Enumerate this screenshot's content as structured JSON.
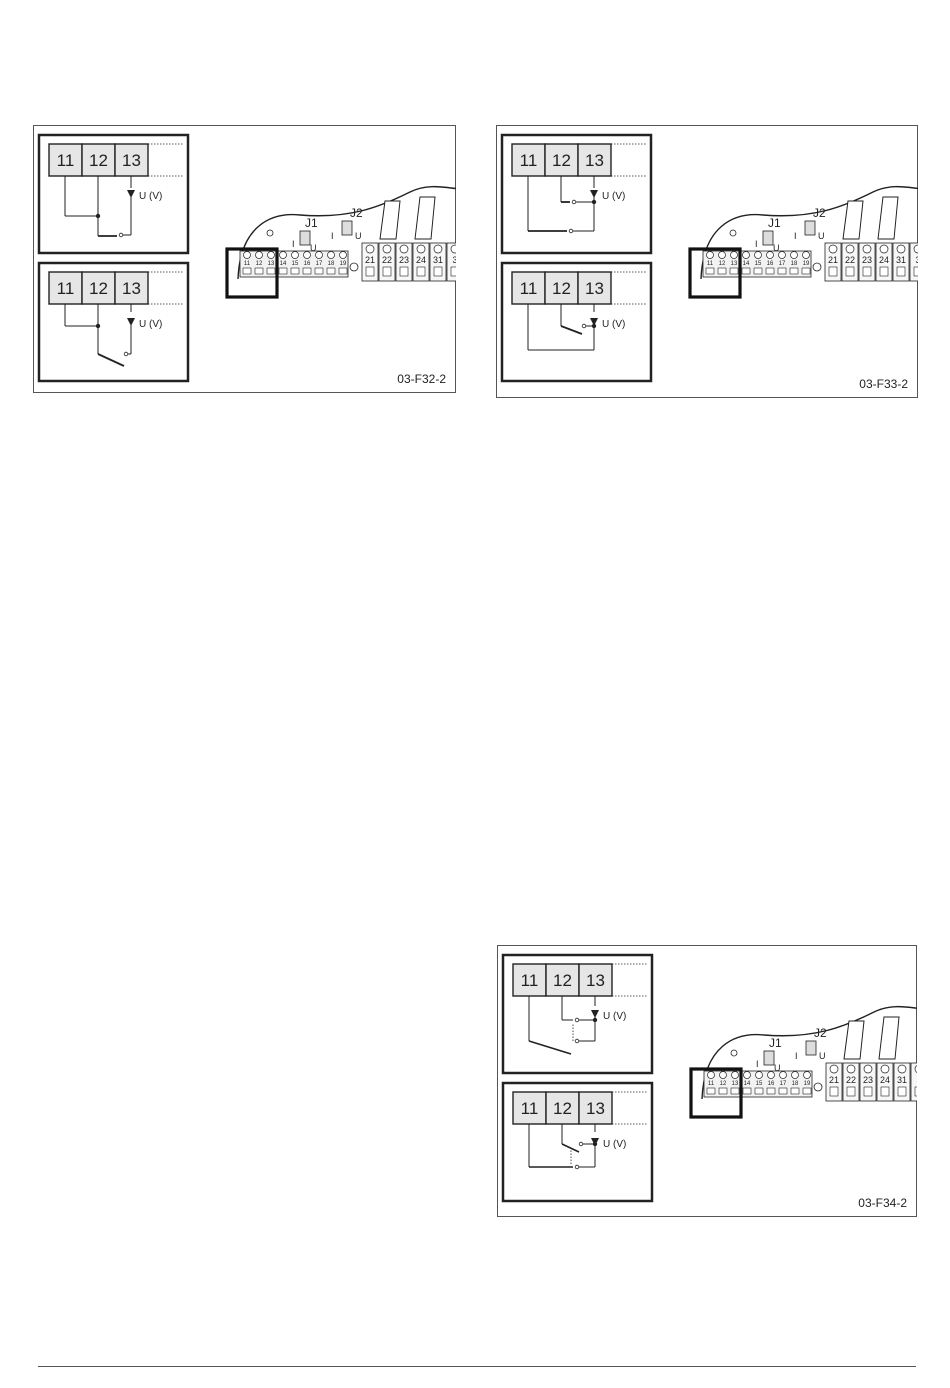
{
  "figures": [
    {
      "id": "03-F32-2",
      "variant": "a",
      "top_schematic": {
        "terminals": [
          "11",
          "12",
          "13"
        ],
        "voltage_label": "U (V)"
      },
      "bottom_schematic": {
        "terminals": [
          "11",
          "12",
          "13"
        ],
        "voltage_label": "U (V)"
      },
      "board": {
        "jumper1": "J1",
        "jumper2": "J2",
        "jumper_i": "I",
        "jumper_u": "U",
        "terminals_small": [
          "11",
          "12",
          "13",
          "14",
          "15",
          "16",
          "17",
          "18",
          "19"
        ],
        "terminals_large": [
          "21",
          "22",
          "23",
          "24",
          "31",
          "3"
        ]
      }
    },
    {
      "id": "03-F33-2",
      "variant": "b",
      "top_schematic": {
        "terminals": [
          "11",
          "12",
          "13"
        ],
        "voltage_label": "U (V)"
      },
      "bottom_schematic": {
        "terminals": [
          "11",
          "12",
          "13"
        ],
        "voltage_label": "U (V)"
      },
      "board": {
        "jumper1": "J1",
        "jumper2": "J2",
        "jumper_i": "I",
        "jumper_u": "U",
        "terminals_small": [
          "11",
          "12",
          "13",
          "14",
          "15",
          "16",
          "17",
          "18",
          "19"
        ],
        "terminals_large": [
          "21",
          "22",
          "23",
          "24",
          "31",
          "3"
        ]
      }
    },
    {
      "id": "03-F34-2",
      "variant": "c",
      "top_schematic": {
        "terminals": [
          "11",
          "12",
          "13"
        ],
        "voltage_label": "U (V)"
      },
      "bottom_schematic": {
        "terminals": [
          "11",
          "12",
          "13"
        ],
        "voltage_label": "U (V)"
      },
      "board": {
        "jumper1": "J1",
        "jumper2": "J2",
        "jumper_i": "I",
        "jumper_u": "U",
        "terminals_small": [
          "11",
          "12",
          "13",
          "14",
          "15",
          "16",
          "17",
          "18",
          "19"
        ],
        "terminals_large": [
          "21",
          "22",
          "23",
          "24",
          "31",
          "3"
        ]
      }
    }
  ]
}
